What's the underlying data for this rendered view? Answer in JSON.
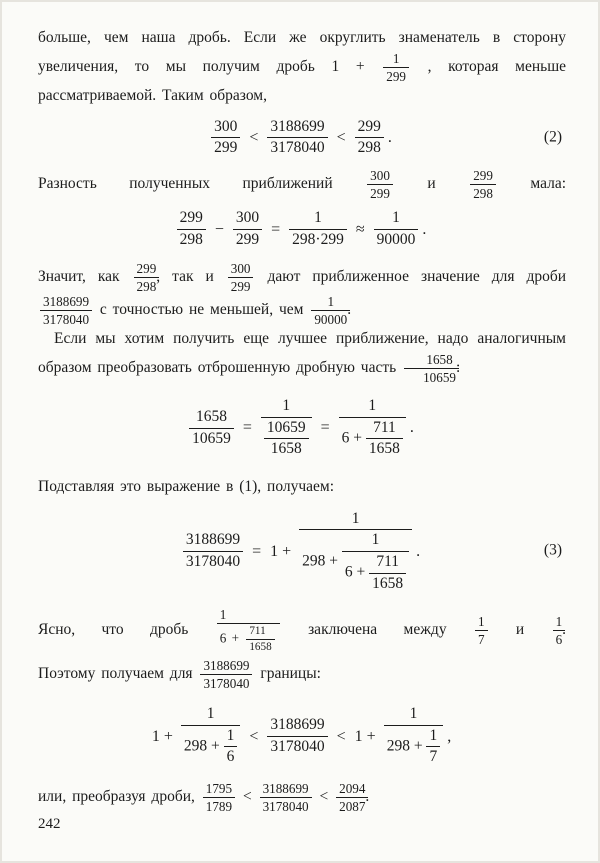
{
  "page_number": "242",
  "p1": {
    "t1": "больше, чем наша дробь. Если же округлить знаменатель в сторону увеличения, то мы получим дробь",
    "one_plus": "1 +",
    "f1": {
      "n": "1",
      "d": "299"
    },
    "t2": ", которая меньше рассматриваемой. Таким образом,"
  },
  "eq2": {
    "f1": {
      "n": "300",
      "d": "299"
    },
    "lt1": "<",
    "f2": {
      "n": "3188699",
      "d": "3178040"
    },
    "lt2": "<",
    "f3": {
      "n": "299",
      "d": "298"
    },
    "dot": ".",
    "tag": "(2)"
  },
  "p2": {
    "t1": "Разность полученных приближений",
    "f1": {
      "n": "300",
      "d": "299"
    },
    "t2": "и",
    "f2": {
      "n": "299",
      "d": "298"
    },
    "t3": "мала:"
  },
  "eq_diff": {
    "f1": {
      "n": "299",
      "d": "298"
    },
    "minus": "−",
    "f2": {
      "n": "300",
      "d": "299"
    },
    "eq": "=",
    "f3": {
      "n": "1",
      "d": "298·299"
    },
    "approx": "≈",
    "f4": {
      "n": "1",
      "d": "90000"
    },
    "dot": "."
  },
  "p3": {
    "t1": "Значит, как",
    "f1": {
      "n": "299",
      "d": "298"
    },
    "t2": ", так и",
    "f2": {
      "n": "300",
      "d": "299"
    },
    "t3": "дают приближенное значение для дроби",
    "f3": {
      "n": "3188699",
      "d": "3178040"
    },
    "t4": "с точностью не меньшей, чем",
    "f4": {
      "n": "1",
      "d": "90000"
    },
    "t5": "."
  },
  "p4": {
    "t1": "Если мы хотим получить еще лучшее приближение, надо аналогичным образом преобразовать отброшенную дробную часть",
    "f1": {
      "n": "1658",
      "d": "10659"
    },
    "t2": ":"
  },
  "eq_cf1": {
    "f1": {
      "n": "1658",
      "d": "10659"
    },
    "eq1": "=",
    "outer1_num": "1",
    "inner1": {
      "n": "10659",
      "d": "1658"
    },
    "eq2": "=",
    "outer2_num": "1",
    "six_plus": "6 +",
    "inner2": {
      "n": "711",
      "d": "1658"
    },
    "dot": "."
  },
  "p5": {
    "t1": "Подставляя это выражение в (1), получаем:"
  },
  "eq3": {
    "f1": {
      "n": "3188699",
      "d": "3178040"
    },
    "eq": "=",
    "one_plus": "1 +",
    "lvl1_num": "1",
    "lvl2_prefix": "298 +",
    "lvl2_num": "1",
    "lvl3_prefix": "6 +",
    "lvl3": {
      "n": "711",
      "d": "1658"
    },
    "dot": ".",
    "tag": "(3)"
  },
  "p6": {
    "t1": "Ясно, что дробь",
    "big_num": "1",
    "six_plus": "6 +",
    "inner": {
      "n": "711",
      "d": "1658"
    },
    "t2": "заключена между",
    "f17": {
      "n": "1",
      "d": "7"
    },
    "t3": "и",
    "f16": {
      "n": "1",
      "d": "6"
    },
    "t4": "."
  },
  "p7": {
    "t1": "Поэтому получаем для",
    "f1": {
      "n": "3188699",
      "d": "3178040"
    },
    "t2": "границы:"
  },
  "eq_bounds": {
    "one_plus_l": "1 +",
    "lnum": "1",
    "lden_prefix": "298 +",
    "lden_frac": {
      "n": "1",
      "d": "6"
    },
    "lt1": "<",
    "mid": {
      "n": "3188699",
      "d": "3178040"
    },
    "lt2": "<",
    "one_plus_r": "1 +",
    "rnum": "1",
    "rden_prefix": "298 +",
    "rden_frac": {
      "n": "1",
      "d": "7"
    },
    "comma": ","
  },
  "p8": {
    "t1": "или, преобразуя дроби,",
    "f1": {
      "n": "1795",
      "d": "1789"
    },
    "lt1": "<",
    "f2": {
      "n": "3188699",
      "d": "3178040"
    },
    "lt2": "<",
    "f3": {
      "n": "2094",
      "d": "2087"
    },
    "t2": "."
  }
}
